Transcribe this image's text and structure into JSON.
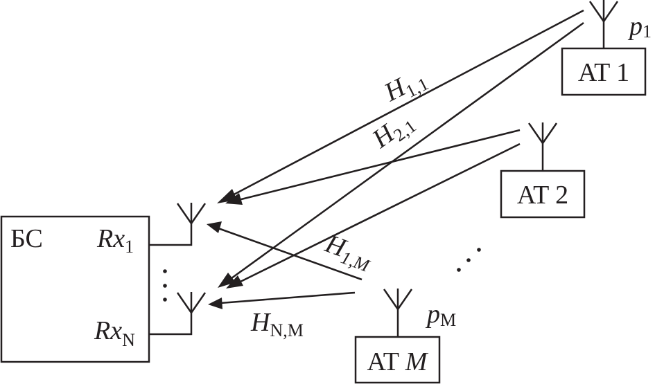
{
  "diagram": {
    "title": "",
    "colors": {
      "ink": "#231f20",
      "background": "#ffffff"
    },
    "base_station": {
      "label": "БС",
      "ports": [
        {
          "name": "Rx",
          "sub": "1"
        },
        {
          "name": "Rx",
          "sub": "N"
        }
      ],
      "ellipsis": "⋮"
    },
    "terminals": [
      {
        "id": "at1",
        "label": "AT 1",
        "power": {
          "name": "p",
          "sub": "1"
        }
      },
      {
        "id": "at2",
        "label": "AT 2"
      },
      {
        "id": "atM",
        "label_prefix": "AT ",
        "label_var": "M",
        "power": {
          "name": "p",
          "sub": "M"
        }
      }
    ],
    "terminal_ellipsis": "…",
    "channel_labels": [
      {
        "id": "h11",
        "name": "H",
        "sub": "1,1"
      },
      {
        "id": "h21",
        "name": "H",
        "sub": "2,1"
      },
      {
        "id": "h1M",
        "name": "H",
        "sub": "1,M"
      },
      {
        "id": "hNM",
        "name": "H",
        "sub": "N,M"
      }
    ],
    "links": [
      {
        "from": "AT 1",
        "to": "Rx1",
        "label": "H1,1"
      },
      {
        "from": "AT 1",
        "to": "RxN",
        "label": "H2,1"
      },
      {
        "from": "AT 2",
        "to": "Rx1",
        "label": ""
      },
      {
        "from": "AT 2",
        "to": "RxN",
        "label": ""
      },
      {
        "from": "AT M",
        "to": "Rx1",
        "label": "H1,M"
      },
      {
        "from": "AT M",
        "to": "RxN",
        "label": "HN,M"
      }
    ]
  }
}
